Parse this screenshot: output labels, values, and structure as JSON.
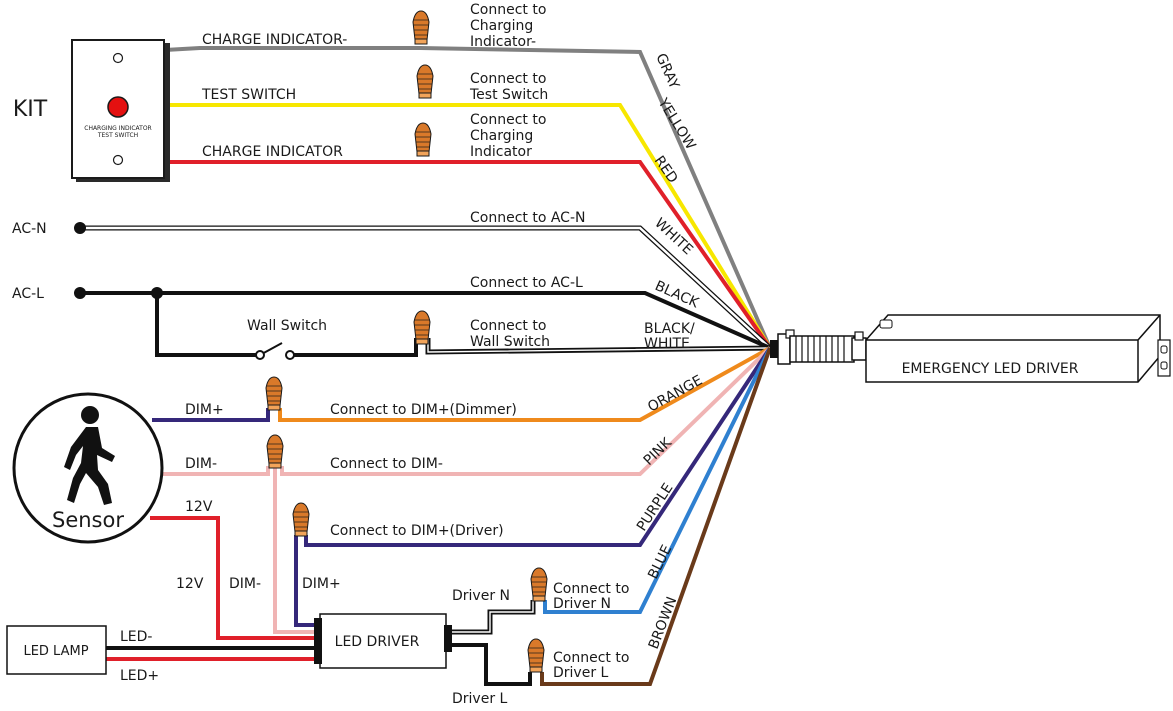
{
  "kit": {
    "title": "KIT",
    "plate_line1": "CHARGING INDICATOR",
    "plate_line2": "TEST SWITCH"
  },
  "left_wires": {
    "charge_indicator_neg": "CHARGE INDICATOR-",
    "test_switch": "TEST SWITCH",
    "charge_indicator": "CHARGE INDICATOR",
    "ac_n": "AC-N",
    "ac_l": "AC-L",
    "wall_switch": "Wall Switch",
    "dim_plus": "DIM+",
    "dim_minus": "DIM-",
    "twelve_v": "12V",
    "twelve_v_vertical": "12V",
    "dim_minus_vertical": "DIM-",
    "dim_plus_vertical": "DIM+",
    "driver_n": "Driver N",
    "driver_l": "Driver L",
    "led_neg": "LED-",
    "led_pos": "LED+"
  },
  "connections": {
    "charging_indicator_neg": [
      "Connect to",
      "Charging",
      "Indicator-"
    ],
    "test_switch": [
      "Connect to",
      "Test Switch"
    ],
    "charging_indicator": [
      "Connect to",
      "Charging",
      "Indicator"
    ],
    "ac_n": "Connect to AC-N",
    "ac_l": "Connect to AC-L",
    "wall_switch": [
      "Connect to",
      "Wall Switch"
    ],
    "dim_dimmer": "Connect to DIM+(Dimmer)",
    "dim_minus": "Connect to DIM-",
    "dim_driver": "Connect to DIM+(Driver)",
    "driver_n": [
      "Connect to",
      "Driver N"
    ],
    "driver_l": [
      "Connect to",
      "Driver L"
    ]
  },
  "wire_colors": {
    "gray": "GRAY",
    "yellow": "YELLOW",
    "red": "RED",
    "white": "WHITE",
    "black": "BLACK",
    "black_white": [
      "BLACK/",
      "WHITE"
    ],
    "orange": "ORANGE",
    "pink": "PINK",
    "purple": "PURPLE",
    "blue": "BLUE",
    "brown": "BROWN"
  },
  "components": {
    "emergency_driver": "EMERGENCY LED DRIVER",
    "sensor": "Sensor",
    "led_driver": "LED DRIVER",
    "led_lamp": "LED LAMP"
  },
  "colors": {
    "gray": "#808080",
    "yellow": "#f7e700",
    "red": "#e0202a",
    "black": "#111111",
    "orange": "#ef8a1c",
    "pink": "#f0b4b4",
    "purple": "#35287a",
    "blue": "#2f80d0",
    "brown": "#6a3a1a",
    "nut": "#d9792a"
  }
}
